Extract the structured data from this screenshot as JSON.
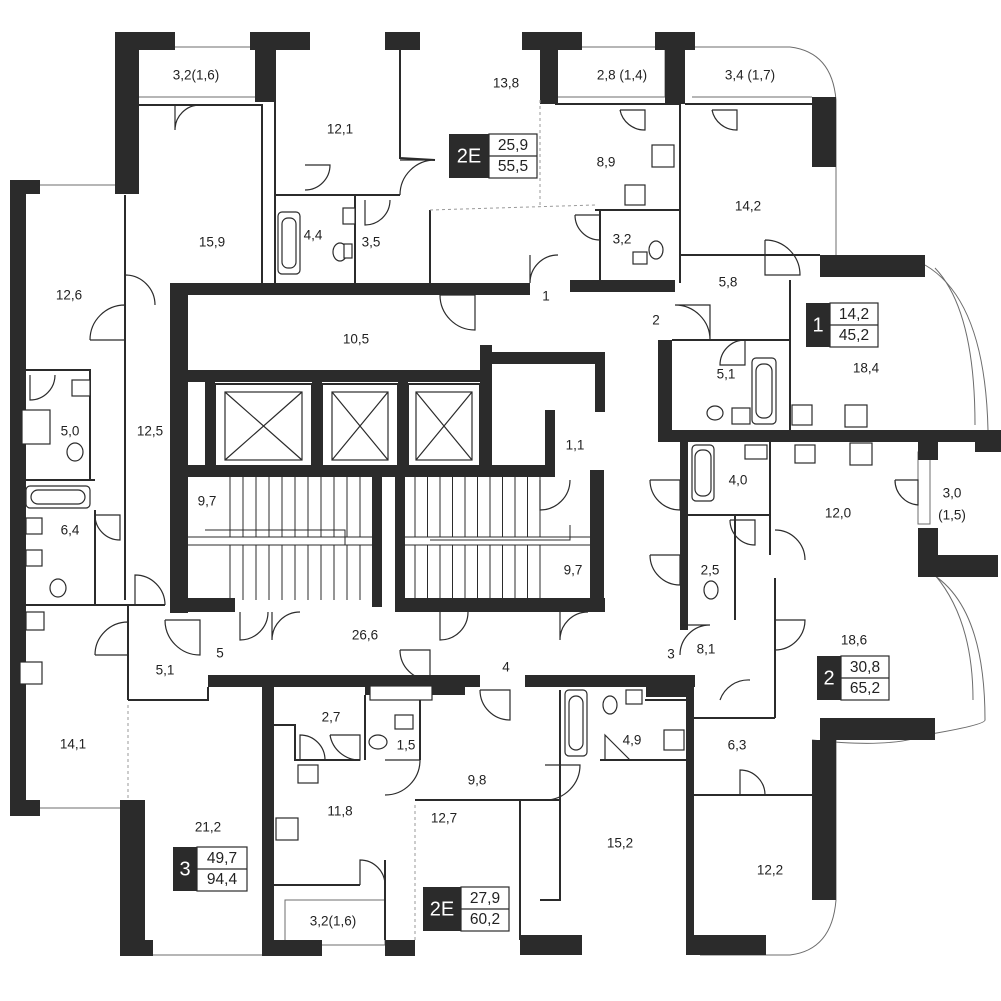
{
  "colors": {
    "wall": "#2b2b2b",
    "background": "#ffffff",
    "badge": "#222222"
  },
  "apartments": [
    {
      "code": "2E",
      "living": "25,9",
      "total": "55,5"
    },
    {
      "code": "1",
      "living": "14,2",
      "total": "45,2"
    },
    {
      "code": "2",
      "living": "30,8",
      "total": "65,2"
    },
    {
      "code": "3",
      "living": "49,7",
      "total": "94,4"
    },
    {
      "code": "2E",
      "living": "27,9",
      "total": "60,2"
    }
  ],
  "rooms": [
    "3,2(1,6)",
    "13,8",
    "2,8 (1,4)",
    "3,4 (1,7)",
    "12,1",
    "8,9",
    "15,9",
    "14,2",
    "4,4",
    "3,5",
    "3,2",
    "12,6",
    "5,8",
    "1",
    "2",
    "10,5",
    "18,4",
    "5,1",
    "5,0",
    "12,5",
    "1,1",
    "4,0",
    "3,0",
    "(1,5)",
    "9,7",
    "12,0",
    "6,4",
    "9,7",
    "2,5",
    "26,6",
    "18,6",
    "5",
    "4",
    "3",
    "8,1",
    "5,1",
    "14,1",
    "2,7",
    "1,5",
    "4,9",
    "6,3",
    "9,8",
    "21,2",
    "11,8",
    "12,7",
    "15,2",
    "12,2",
    "3,2(1,6)"
  ]
}
